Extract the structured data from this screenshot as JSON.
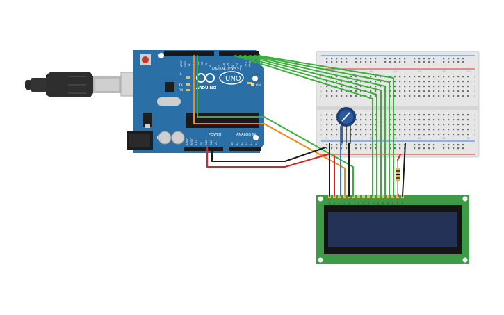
{
  "arduino": {
    "brand": "ARDUINO",
    "model": "UNO",
    "digital_header": "DIGITAL (PWM~)",
    "power_header": "POWER",
    "analog_header": "ANALOG IN",
    "on_label": "ON",
    "tx_label": "TX",
    "rx_label": "RX",
    "l_label": "L",
    "aref_label": "AREF",
    "gnd_label": "GND",
    "digital_pins": [
      "13",
      "12",
      "~11",
      "~10",
      "~9",
      "8",
      "7",
      "~6",
      "~5",
      "4",
      "~3",
      "2",
      "TX 1",
      "RX 0"
    ],
    "power_pins": [
      "IOREF",
      "RESET",
      "3.3V",
      "5V",
      "GND",
      "GND",
      "Vin"
    ],
    "analog_pins": [
      "A0",
      "A1",
      "A2",
      "A3",
      "A4",
      "A5"
    ]
  },
  "breadboard": {
    "column_numbers": [
      "1",
      "5",
      "10",
      "15",
      "20",
      "25",
      "30"
    ],
    "row_letters_top": [
      "j",
      "i",
      "h",
      "g",
      "f"
    ],
    "row_letters_bottom": [
      "e",
      "d",
      "c",
      "b",
      "a"
    ]
  },
  "lcd": {
    "pin_labels": [
      "GND",
      "VCC",
      "V0",
      "RS",
      "RW",
      "E",
      "DB0",
      "DB1",
      "DB2",
      "DB3",
      "DB4",
      "DB5",
      "DB6",
      "DB7",
      "LED+",
      "LED-"
    ]
  },
  "colors": {
    "board": "#2a6fa6",
    "breadboard": "#e6e6e6",
    "lcd_pcb": "#3e9a46",
    "lcd_screen": "#233256",
    "wire_green": "#3cae3c",
    "wire_orange": "#f08a14",
    "wire_red": "#e02020",
    "wire_black": "#1a1a1a",
    "wire_blue": "#2b7bd9",
    "usb_cable": "#2a2a2a"
  }
}
